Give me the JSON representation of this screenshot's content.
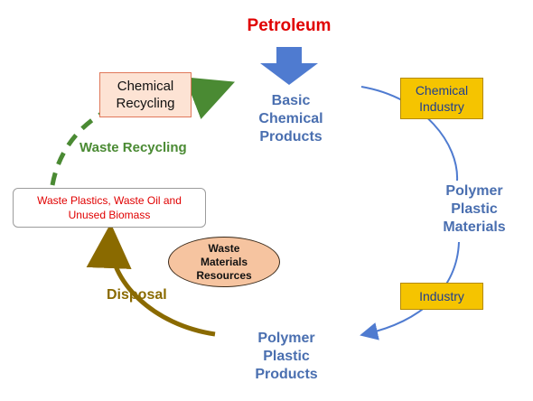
{
  "title": "Petroleum",
  "nodes": {
    "basic_chemical_products": [
      "Basic",
      "Chemical",
      "Products"
    ],
    "polymer_plastic_materials": [
      "Polymer",
      "Plastic",
      "Materials"
    ],
    "polymer_plastic_products": [
      "Polymer",
      "Plastic",
      "Products"
    ],
    "waste_plastics": [
      "Waste Plastics, Waste Oil and",
      "Unused Biomass"
    ],
    "waste_materials_resources": [
      "Waste",
      "Materials",
      "Resources"
    ]
  },
  "boxes": {
    "chemical_recycling": [
      "Chemical",
      "Recycling"
    ],
    "chemical_industry": [
      "Chemical",
      "Industry"
    ],
    "industry": "Industry"
  },
  "flow_labels": {
    "waste_recycling": "Waste Recycling",
    "disposal": "Disposal"
  },
  "colors": {
    "title": "#e00000",
    "blue_text": "#4a6fb0",
    "blue_arrow": "#4f7bd0",
    "green": "#4a8a33",
    "olive": "#8a6a00",
    "yellow_box": "#f5c400",
    "peach_box": "#fde3d4",
    "ellipse": "#f6c4a0"
  }
}
